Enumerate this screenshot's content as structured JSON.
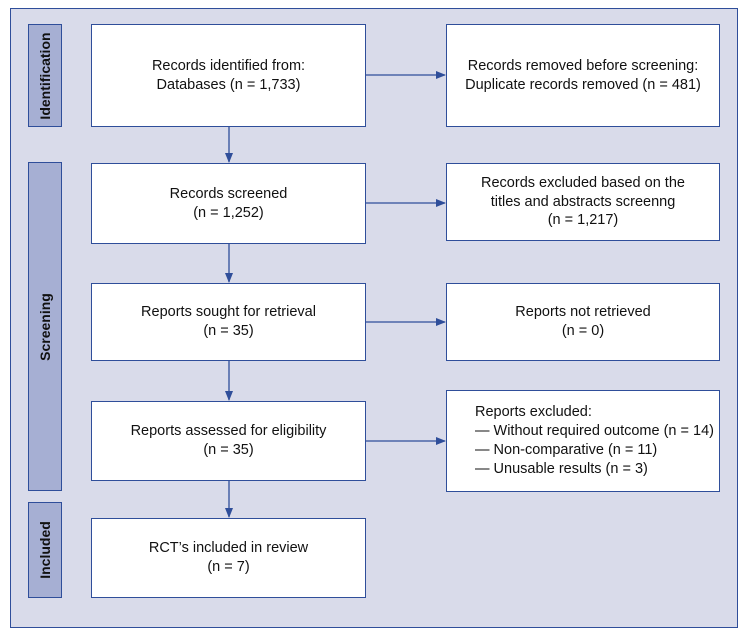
{
  "phases": {
    "identification": "Identification",
    "screening": "Screening",
    "included": "Included"
  },
  "boxes": {
    "identified": [
      "Records identified from:",
      "Databases (n = 1,733)"
    ],
    "removed": [
      "Records removed before screening:",
      "Duplicate records removed (n = 481)"
    ],
    "screened": [
      "Records screened",
      "(n = 1,252)"
    ],
    "excluded_titles": [
      "Records excluded based on the",
      "titles and abstracts screenng",
      "(n = 1,217)"
    ],
    "sought": [
      "Reports sought for retrieval",
      "(n = 35)"
    ],
    "not_retrieved": [
      "Reports not retrieved",
      "(n = 0)"
    ],
    "assessed": [
      "Reports assessed for eligibility",
      "(n = 35)"
    ],
    "reports_excluded": [
      "Reports excluded:",
      "— Without required outcome (n = 14)",
      "— Non-comparative (n = 11)",
      "— Unusable results (n = 3)"
    ],
    "included": [
      "RCT’s included in review",
      "(n = 7)"
    ]
  },
  "colors": {
    "border": "#2f4e9a",
    "background": "#d9dbea",
    "phase_fill": "#a6afd3",
    "box_fill": "#ffffff"
  }
}
